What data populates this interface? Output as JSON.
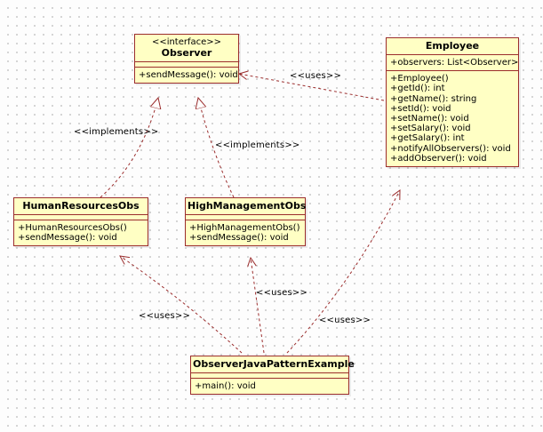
{
  "classes": {
    "observer": {
      "stereotype": "<<interface>>",
      "name": "Observer",
      "methods": [
        "+sendMessage(): void"
      ]
    },
    "employee": {
      "name": "Employee",
      "attributes": [
        "+observers: List<Observer>"
      ],
      "methods": [
        "+Employee()",
        "+getId(): int",
        "+getName(): string",
        "+setId(): void",
        "+setName(): void",
        "+setSalary(): void",
        "+getSalary(): int",
        "+notifyAllObservers(): void",
        "+addObserver(): void"
      ]
    },
    "hr": {
      "name": "HumanResourcesObs",
      "methods": [
        "+HumanResourcesObs()",
        "+sendMessage(): void"
      ]
    },
    "hm": {
      "name": "HighManagementObs",
      "methods": [
        "+HighManagementObs()",
        "+sendMessage(): void"
      ]
    },
    "main": {
      "name": "ObserverJavaPatternExample",
      "methods": [
        "+main(): void"
      ]
    }
  },
  "labels": {
    "employee_uses_observer": "<<uses>>",
    "hr_implements": "<<implements>>",
    "hm_implements": "<<implements>>",
    "main_uses_hr": "<<uses>>",
    "main_uses_hm": "<<uses>>",
    "main_uses_employee": "<<uses>>"
  },
  "colors": {
    "class_fill": "#ffffc4",
    "class_border": "#9b2d2d",
    "connector": "#9b2d2d"
  }
}
